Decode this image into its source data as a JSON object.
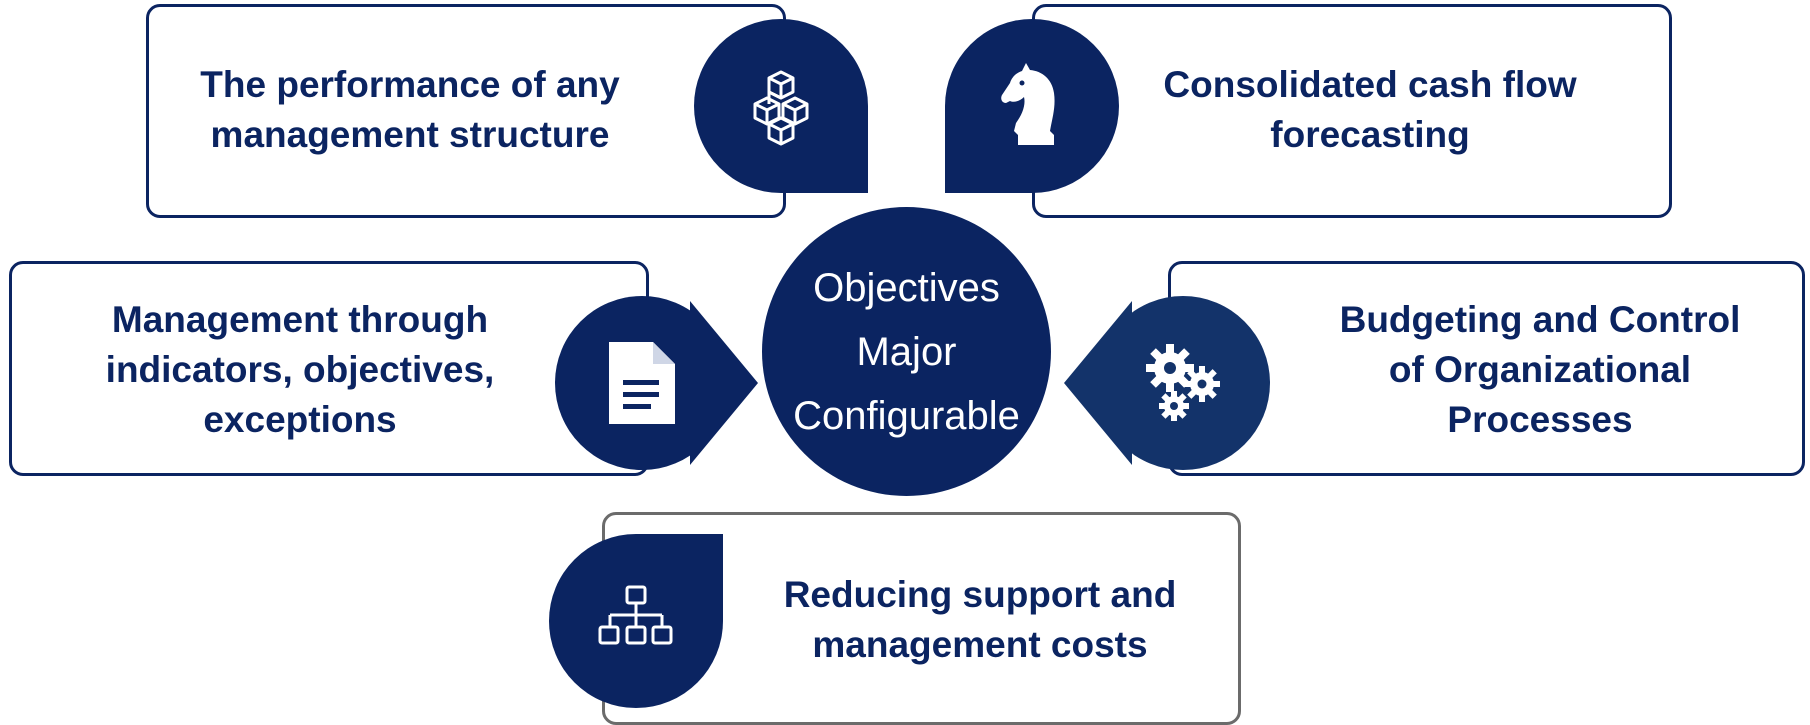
{
  "colors": {
    "primary": "#0b2461",
    "gear_badge": "#13336a",
    "bottom_border": "#6b6b6b",
    "text": "#0b2461"
  },
  "center": {
    "line1": "Objectives",
    "line2": "Major",
    "line3": "Configurable"
  },
  "items": [
    {
      "id": "performance",
      "label": "The performance of any\nmanagement structure",
      "icon": "cubes-icon"
    },
    {
      "id": "cashflow",
      "label": "Consolidated cash flow\nforecasting",
      "icon": "chess-knight-icon"
    },
    {
      "id": "indicators",
      "label": "Management through\nindicators, objectives,\nexceptions",
      "icon": "document-icon"
    },
    {
      "id": "budgeting",
      "label": "Budgeting and Control\nof Organizational\nProcesses",
      "icon": "gears-icon"
    },
    {
      "id": "costs",
      "label": "Reducing support and\nmanagement costs",
      "icon": "org-chart-icon"
    }
  ]
}
